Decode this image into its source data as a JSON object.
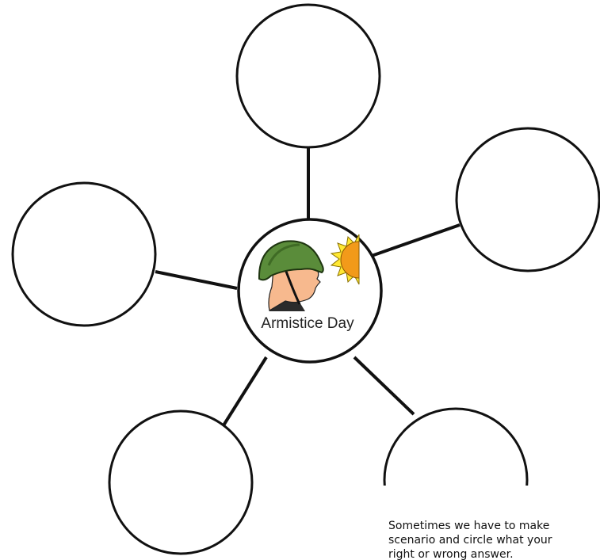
{
  "diagram": {
    "center_label": "Armistice Day",
    "center_icon": "soldier-with-helmet-and-sun",
    "outer_circles": [
      "",
      "",
      "",
      "",
      ""
    ]
  },
  "instructions": {
    "line1": "Sometimes we have to make",
    "line2": "scenario and circle what your",
    "line3": "right or wrong answer."
  }
}
